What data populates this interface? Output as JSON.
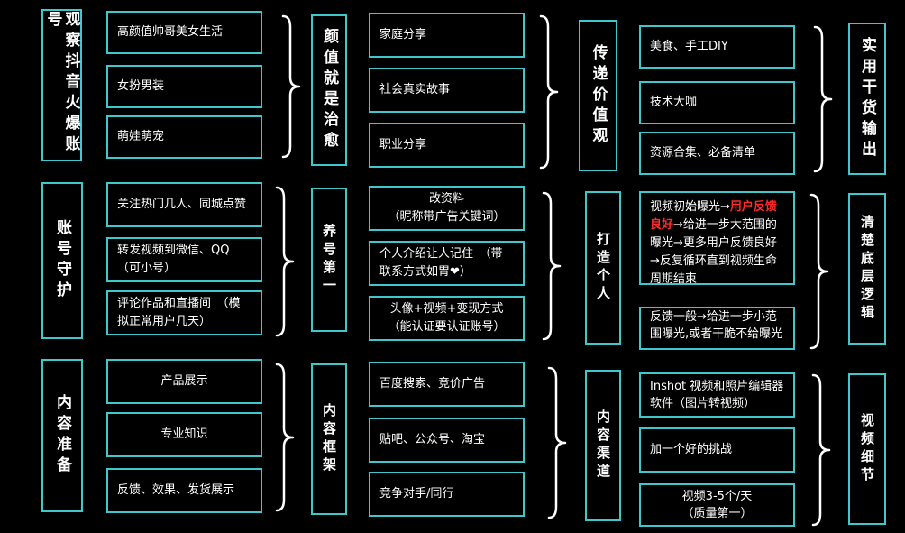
{
  "rows": [
    {
      "label_a": "观察抖音火爆账号",
      "items_a": [
        "高颜值帅哥美女生活",
        "女扮男装",
        "萌娃萌宠"
      ],
      "label_b": "颜值就是治愈",
      "items_b": [
        "家庭分享",
        "社会真实故事",
        "职业分享"
      ],
      "label_c": "传递价值观",
      "items_c": [
        "美食、手工DIY",
        "技术大咖",
        "资源合集、必备清单"
      ],
      "label_d": "实用干货输出"
    },
    {
      "label_a": "账号守护",
      "items_a": [
        "关注热门几人、同城点赞",
        "转发视频到微信、QQ（可小号）",
        "评论作品和直播间　（模拟正常用户几天）"
      ],
      "label_b": "养号第一",
      "items_b": [
        "改资料\n（昵称带广告关键词）",
        "个人介绍让人记住　（带联系方式如胃❤）",
        "头像+视频+变现方式\n（能认证要认证账号）"
      ],
      "label_c": "打造个人",
      "logic_1_pre": "视频初始曝光→",
      "logic_1_red": "用户反馈良好",
      "logic_1_post": "→给进一步大范围的曝光→更多用户反馈良好→反复循环直到视频生命周期结束",
      "logic_2": "反馈一般→给进一步小范围曝光,或者干脆不给曝光",
      "label_d": "清楚底层逻辑"
    },
    {
      "label_a": "内容准备",
      "items_a": [
        "产品展示",
        "专业知识",
        "反馈、效果、发货展示"
      ],
      "label_b": "内容框架",
      "items_b": [
        "百度搜索、竞价广告",
        "贴吧、公众号、淘宝",
        "竞争对手/同行"
      ],
      "label_c": "内容渠道",
      "items_c": [
        "Inshot 视频和照片编辑器软件（图片转视频）",
        "加一个好的挑战",
        "视频3-5个/天\n（质量第一）"
      ],
      "label_d": "视频细节"
    }
  ]
}
